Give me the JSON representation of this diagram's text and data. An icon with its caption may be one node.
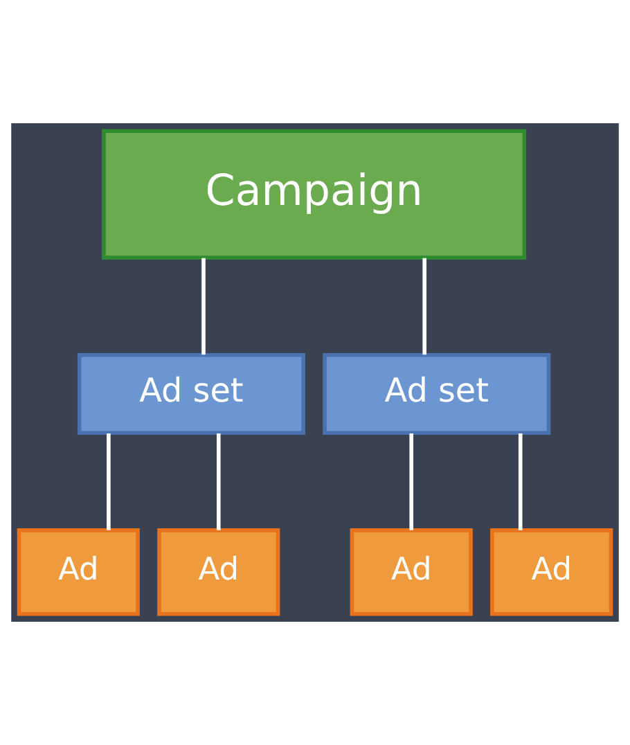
{
  "diagram": {
    "nodes": [
      {
        "text": [
          "Campaign"
        ]
      },
      {
        "text": [
          "Ad set"
        ]
      },
      {
        "text": [
          "Ad set"
        ]
      },
      {
        "text": [
          "Ad"
        ]
      },
      {
        "text": [
          "Ad"
        ]
      },
      {
        "text": [
          "Ad"
        ]
      },
      {
        "text": [
          "Ad"
        ]
      }
    ],
    "edges": [
      {
        "from": 0,
        "to": 1,
        "arrow": "none"
      },
      {
        "from": 0,
        "to": 2,
        "arrow": "none"
      },
      {
        "from": 1,
        "to": 3,
        "arrow": "none"
      },
      {
        "from": 1,
        "to": 4,
        "arrow": "none"
      },
      {
        "from": 2,
        "to": 5,
        "arrow": "none"
      },
      {
        "from": 2,
        "to": 6,
        "arrow": "none"
      }
    ]
  }
}
